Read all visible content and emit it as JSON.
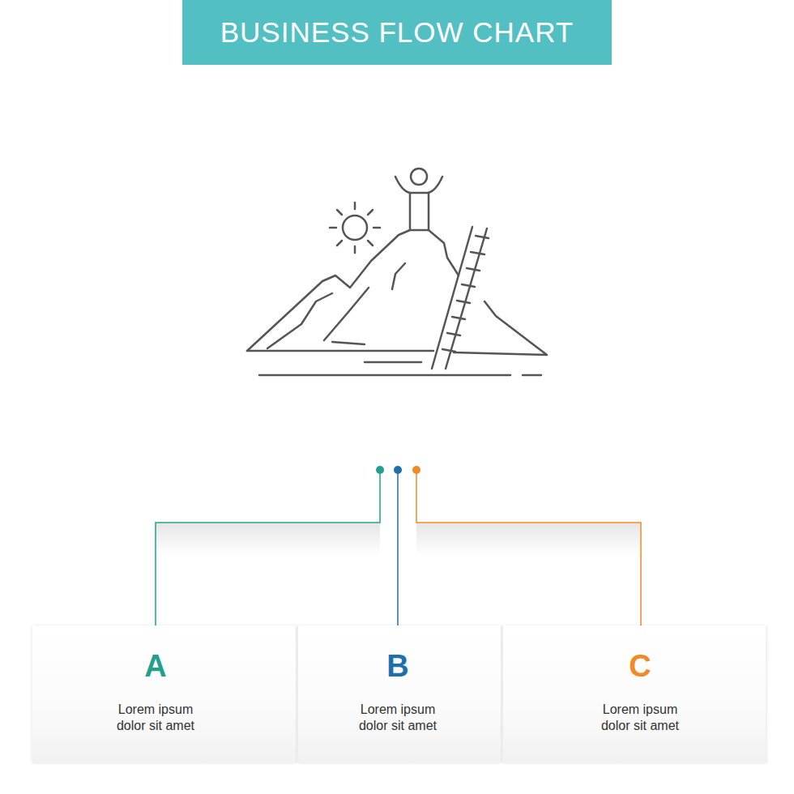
{
  "diagram": {
    "title": "BUSINESS FLOW CHART",
    "nodes": [
      {
        "text": [
          "A",
          "Lorem ipsum dolor sit amet"
        ]
      },
      {
        "text": [
          "B",
          "Lorem ipsum dolor sit amet"
        ]
      },
      {
        "text": [
          "C",
          "Lorem ipsum dolor sit amet"
        ]
      }
    ]
  }
}
